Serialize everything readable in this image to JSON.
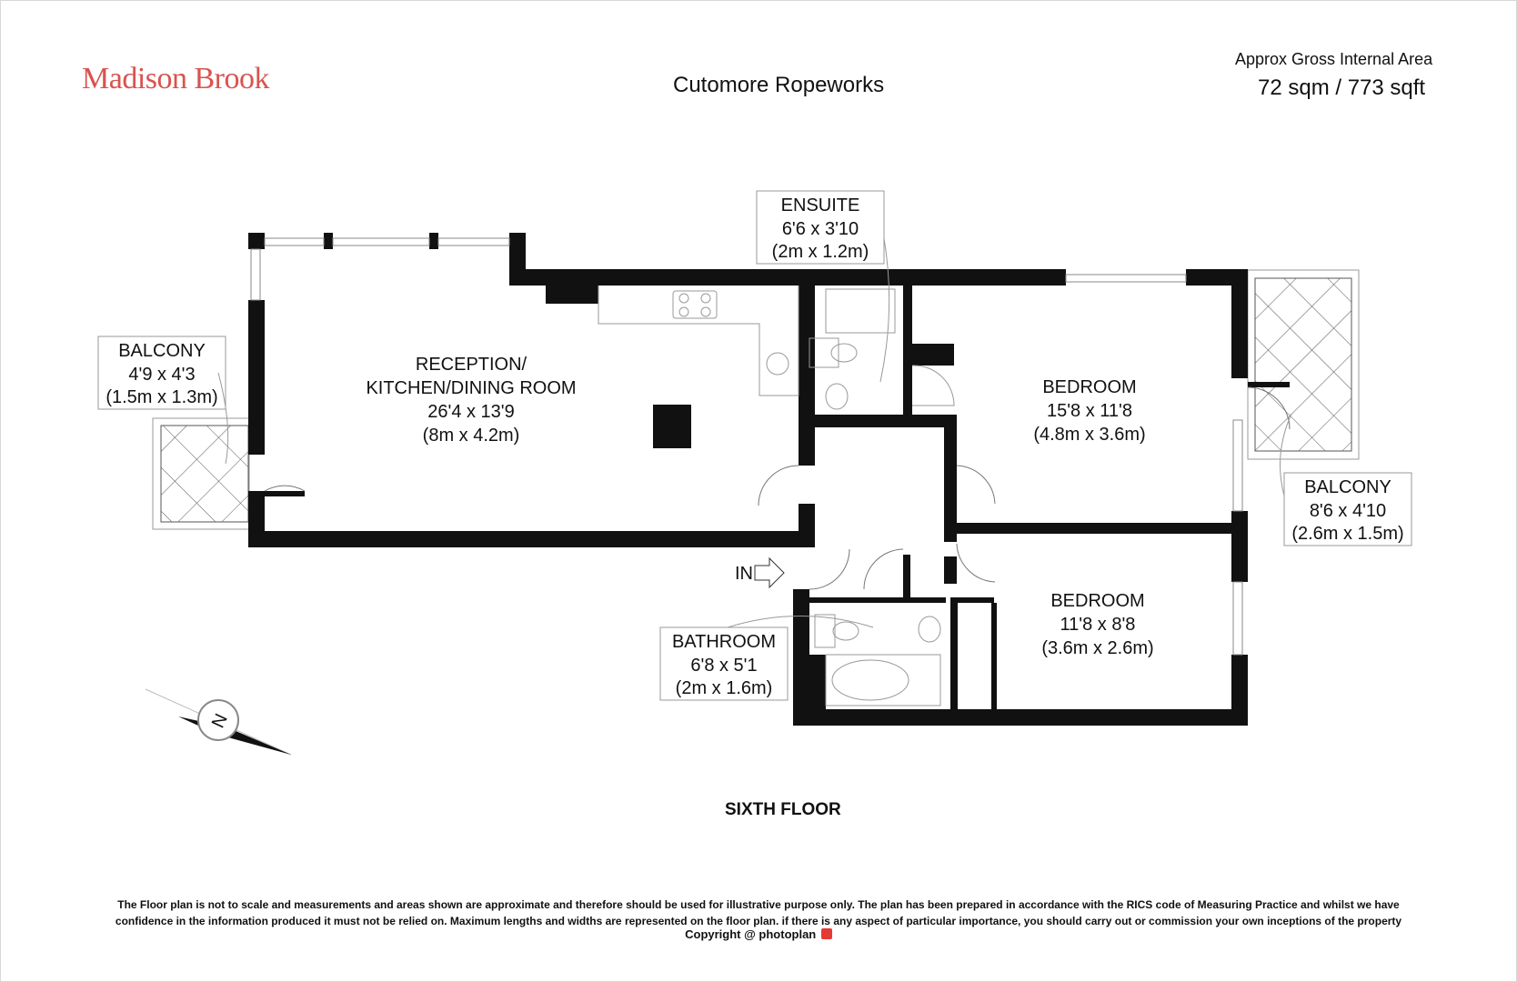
{
  "brand": "Madison Brook",
  "title": "Cutomore Ropeworks",
  "area": {
    "label": "Approx Gross Internal Area",
    "value": "72 sqm / 773 sqft"
  },
  "rooms": {
    "ensuite": {
      "name": "ENSUITE",
      "imperial": "6'6 x 3'10",
      "metric": "(2m x 1.2m)"
    },
    "balcony_left": {
      "name": "BALCONY",
      "imperial": "4'9 x 4'3",
      "metric": "(1.5m x 1.3m)"
    },
    "reception": {
      "name1": "RECEPTION/",
      "name2": "KITCHEN/DINING ROOM",
      "imperial": "26'4 x 13'9",
      "metric": "(8m x 4.2m)"
    },
    "bedroom1": {
      "name": "BEDROOM",
      "imperial": "15'8 x 11'8",
      "metric": "(4.8m x 3.6m)"
    },
    "balcony_right": {
      "name": "BALCONY",
      "imperial": "8'6 x 4'10",
      "metric": "(2.6m x 1.5m)"
    },
    "bedroom2": {
      "name": "BEDROOM",
      "imperial": "11'8 x 8'8",
      "metric": "(3.6m x 2.6m)"
    },
    "bathroom": {
      "name": "BATHROOM",
      "imperial": "6'8 x 5'1",
      "metric": "(2m x 1.6m)"
    }
  },
  "entrance": "IN",
  "compass": "N",
  "floor": "SIXTH FLOOR",
  "disclaimer_line1": "The Floor plan is not to scale and measurements and areas shown are approximate and therefore should be used for illustrative purpose only. The plan has been prepared in accordance with the RICS code of Measuring Practice and whilst we have",
  "disclaimer_line2": "confidence in the information produced it must not be relied on. Maximum  lengths and widths are represented on the floor plan. if there is any aspect of particular importance, you should carry out or commission your own inceptions of the property",
  "copyright": "Copyright @",
  "copyright_brand": "photoplan",
  "colors": {
    "brand": "#d9534f",
    "wall": "#111111"
  }
}
